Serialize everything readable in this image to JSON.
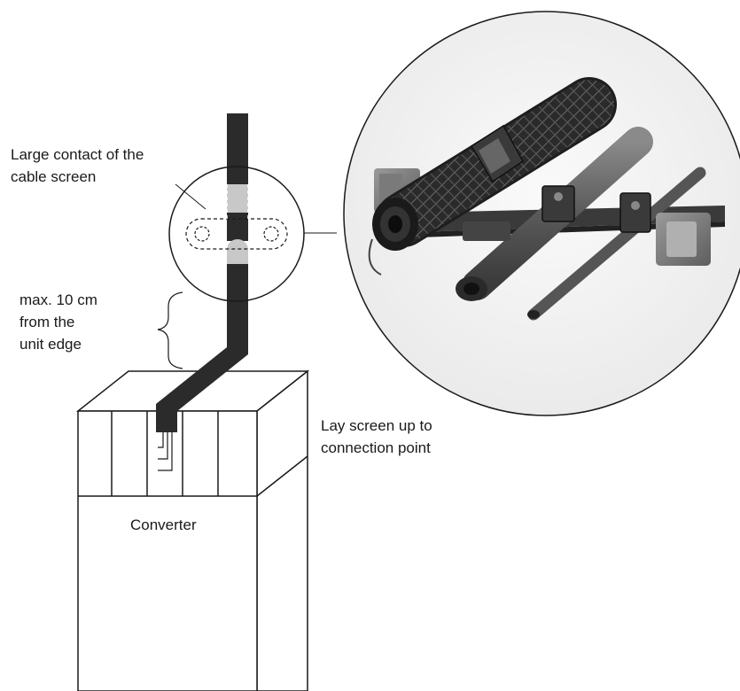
{
  "labels": {
    "contact_line1": "Large contact of the",
    "contact_line2": "cable screen",
    "distance_line1": "max. 10 cm",
    "distance_line2": "from the",
    "distance_line3": "unit edge",
    "lay_line1": "Lay screen up to",
    "lay_line2": "connection point",
    "converter": "Converter"
  },
  "colors": {
    "cable": "#2b2b2b",
    "screen_exposed": "#c8c8c8",
    "outline": "#1a1a1a",
    "photo_bg": "#f2f2f2"
  }
}
